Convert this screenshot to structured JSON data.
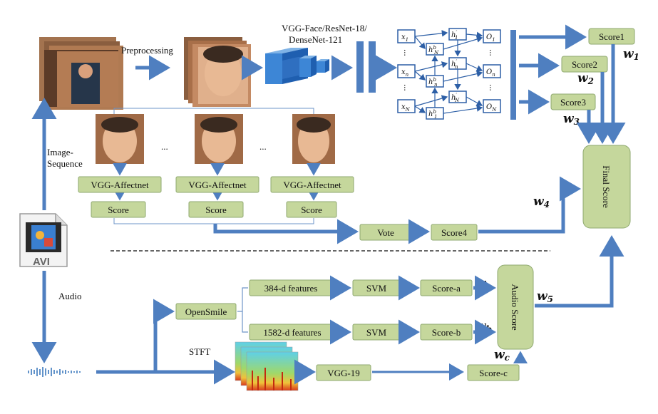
{
  "colors": {
    "arrow": "#4f7fc0",
    "box_fill": "#c5d79c",
    "box_stroke": "#8fa970",
    "rnn_stroke": "#2d5fa6",
    "thin_line": "#6d94c8"
  },
  "labels": {
    "preprocessing": "Preprocessing",
    "cnn_name": "VGG-Face/ResNet-18/\nDenseNet-121",
    "image_sequence": "Image-\nSequence",
    "audio": "Audio",
    "stft": "STFT",
    "avi": "AVI",
    "ellipsis": "..."
  },
  "rnn": {
    "inputs": [
      "x1",
      "xn",
      "xN"
    ],
    "backward": [
      "hbN",
      "hbn",
      "hb1"
    ],
    "forward": [
      "hf1",
      "hfn",
      "hfN"
    ],
    "outputs": [
      "O1",
      "On",
      "ON"
    ]
  },
  "boxes": {
    "score1": "Score1",
    "score2": "Score2",
    "score3": "Score3",
    "final_score": "Final Score",
    "vgg_affectnet": "VGG-Affectnet",
    "score": "Score",
    "vote": "Vote",
    "score4": "Score4",
    "opensmile": "OpenSmile",
    "feat_384": "384-d features",
    "feat_1582": "1582-d features",
    "svm": "SVM",
    "score_a": "Score-a",
    "score_b": "Score-b",
    "vgg19": "VGG-19",
    "score_c": "Score-c",
    "audio_score": "Audio Score"
  },
  "weights": [
    "w1",
    "w2",
    "w3",
    "w4",
    "w5",
    "wa",
    "wb",
    "wc"
  ],
  "icons": [
    "face-frame-icon",
    "cnn-block-icon",
    "avi-file-icon",
    "waveform-icon",
    "spectrogram-icon"
  ]
}
